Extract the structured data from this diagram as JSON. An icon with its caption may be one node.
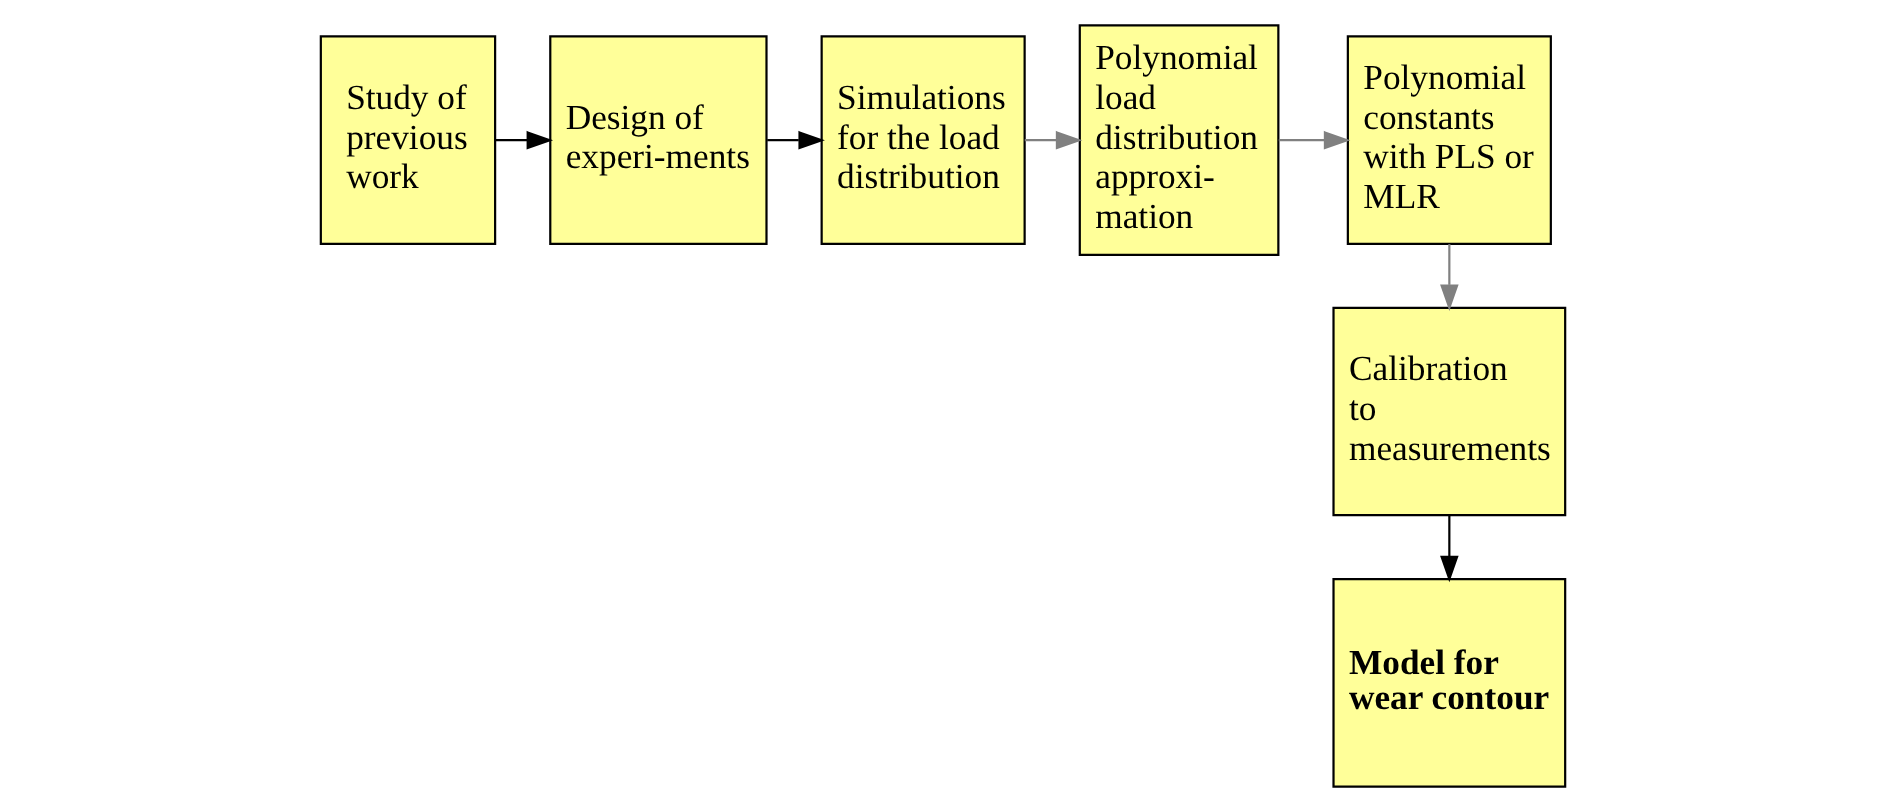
{
  "diagram": {
    "nodes": [
      {
        "text": [
          "Study of previous work"
        ]
      },
      {
        "text": [
          "Design of experi-ments"
        ]
      },
      {
        "text": [
          "Simulations for the load distribution"
        ]
      },
      {
        "text": [
          "Polynomial load distribution approxi-mation"
        ]
      },
      {
        "text": [
          "Polynomial constants with PLS or MLR"
        ]
      },
      {
        "text": [
          "Calibration to measurements"
        ]
      },
      {
        "text": [
          "Model for wear contour"
        ]
      }
    ],
    "edges": [
      {
        "from": 0,
        "to": 1,
        "arrow": "to"
      },
      {
        "from": 1,
        "to": 2,
        "arrow": "to"
      },
      {
        "from": 2,
        "to": 3,
        "arrow": "to",
        "color": "#808080"
      },
      {
        "from": 3,
        "to": 4,
        "arrow": "to",
        "color": "#808080"
      },
      {
        "from": 4,
        "to": 5,
        "arrow": "to",
        "color": "#808080"
      },
      {
        "from": 5,
        "to": 6,
        "arrow": "to"
      }
    ]
  }
}
